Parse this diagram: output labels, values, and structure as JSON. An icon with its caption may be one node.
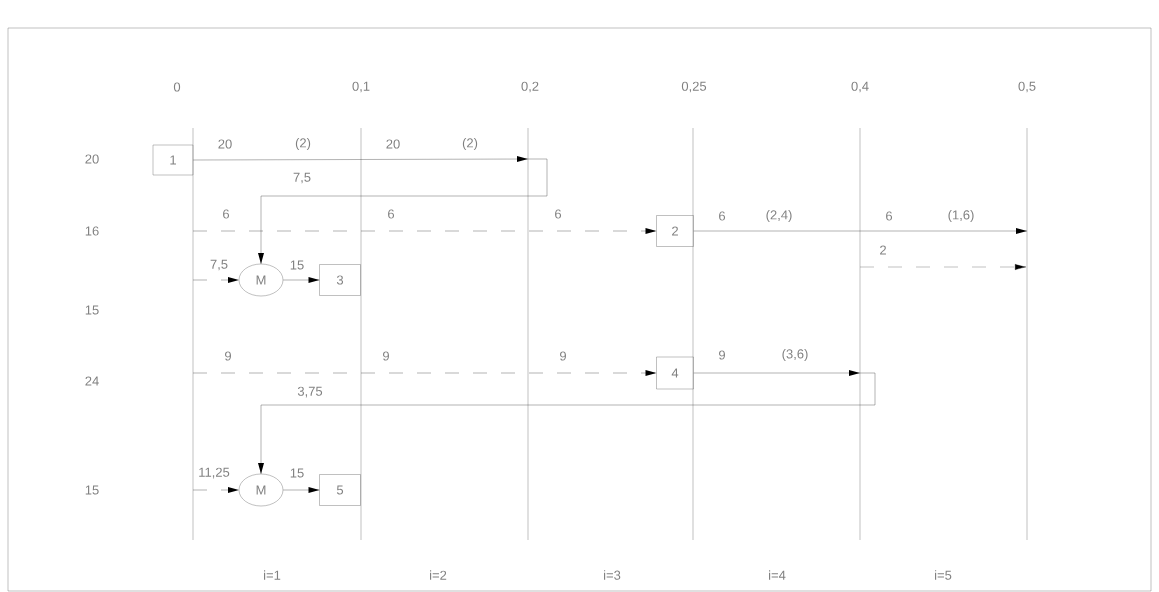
{
  "diagram": {
    "nodes": [
      {
        "text": [
          "1"
        ]
      },
      {
        "text": [
          "2"
        ]
      },
      {
        "text": [
          "M"
        ]
      },
      {
        "text": [
          "3"
        ]
      },
      {
        "text": [
          "4"
        ]
      },
      {
        "text": [
          "M"
        ]
      },
      {
        "text": [
          "5"
        ]
      }
    ],
    "edges": [
      {
        "from": 0,
        "to": null,
        "arrow": "to"
      },
      {
        "from": null,
        "to": 2,
        "arrow": "to",
        "label": "7,5"
      },
      {
        "from": null,
        "to": 1,
        "arrow": "to",
        "style": "dashed"
      },
      {
        "from": 1,
        "to": null,
        "arrow": "to"
      },
      {
        "from": null,
        "to": 2,
        "arrow": "to",
        "style": "dashed",
        "label": "7,5"
      },
      {
        "from": 2,
        "to": 3,
        "arrow": "to",
        "label": "15"
      },
      {
        "from": null,
        "to": 4,
        "arrow": "to",
        "style": "dashed"
      },
      {
        "from": 4,
        "to": null,
        "arrow": "to"
      },
      {
        "from": null,
        "to": 5,
        "arrow": "to",
        "label": "3,75"
      },
      {
        "from": null,
        "to": 5,
        "arrow": "to",
        "style": "dashed",
        "label": "11,25"
      },
      {
        "from": 5,
        "to": 6,
        "arrow": "to",
        "label": "15"
      }
    ],
    "labels": [
      "0",
      "0,1",
      "0,2",
      "0,25",
      "0,4",
      "0,5",
      "20",
      "20",
      "(2)",
      "20",
      "(2)",
      "16",
      "6",
      "6",
      "6",
      "6",
      "(2,4)",
      "6",
      "(1,6)",
      "2",
      "15",
      "24",
      "9",
      "9",
      "9",
      "9",
      "(3,6)",
      "15",
      "i=1",
      "i=2",
      "i=3",
      "i=4",
      "i=5"
    ]
  }
}
